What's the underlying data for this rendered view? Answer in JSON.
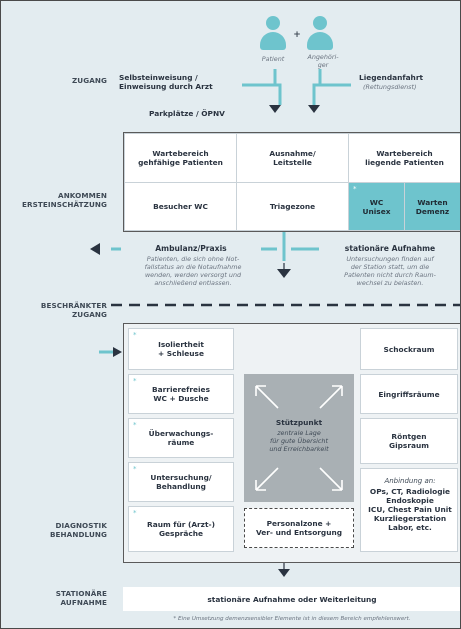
{
  "people": {
    "patient": "Patient",
    "angehoerige": "Angehöri-\nger",
    "plus": "+"
  },
  "sections": {
    "zugang": "ZUGANG",
    "ankommen": "ANKOMMEN\nERSTEINSCHÄTZUNG",
    "beschraenkt": "BESCHRÄNKTER\nZUGANG",
    "diagnostik": "DIAGNOSTIK\nBEHANDLUNG",
    "stationaer": "STATIONÄRE\nAUFNAHME"
  },
  "access": {
    "selbst": "Selbsteinweisung /\nEinweisung durch Arzt",
    "parken": "Parkplätze / ÖPNV",
    "liegend": "Liegendanfahrt",
    "rettung": "(Rettungsdienst)"
  },
  "arrival": {
    "warte_geh": "Wartebereich\ngehfähige Patienten",
    "aufnahme": "Ausnahme/\nLeitstelle",
    "warte_lieg": "Wartebereich\nliegende Patienten",
    "besucher_wc": "Besucher WC",
    "triage": "Triagezone",
    "wc_unisex": "WC\nUnisex",
    "warten_demenz": "Warten\nDemenz",
    "marker": "*"
  },
  "exits": {
    "ambulanz_title": "Ambulanz/Praxis",
    "ambulanz_text": "Patienten, die sich ohne Not-\nfallstatus an die Notaufnahme\nwenden, werden versorgt und\nanschließend entlassen.",
    "stationaer_title": "stationäre Aufnahme",
    "stationaer_text": "Untersuchungen finden auf\nder Station statt, um die\nPatienten nicht durch Raum-\nwechsel zu belasten."
  },
  "diagnostics": {
    "isolier": "Isoliertheit\n+ Schleuse",
    "barriere": "Barrierefreies\nWC + Dusche",
    "ueberwachung": "Überwachungs-\nräume",
    "untersuchung": "Untersuchung/\nBehandlung",
    "gespraech": "Raum für (Arzt-)\nGespräche",
    "schock": "Schockraum",
    "eingriff": "Eingriffsräume",
    "roentgen": "Röntgen\nGipsraum",
    "anbindung_title": "Anbindung an:",
    "anbindung_list": "OPs, CT, Radiologie\nEndoskopie\nICU, Chest Pain Unit\nKurzliegerstation\nLabor, etc.",
    "stuetz_title": "Stützpunkt",
    "stuetz_text": "zentrale Lage\nfür gute Übersicht\nund Erreichbarkeit",
    "personal": "Personalzone +\nVer- und Entsorgung",
    "marker": "*"
  },
  "final": {
    "label": "stationäre Aufnahme oder Weiterleitung",
    "footnote": "* Eine Umsetzung demenzsensibler Elemente ist in diesem Bereich empfehlenswert."
  },
  "colors": {
    "teal": "#6ec4cd",
    "background": "#e3ecf0",
    "dark": "#2a3340",
    "grey_box": "#a9b0b4"
  }
}
